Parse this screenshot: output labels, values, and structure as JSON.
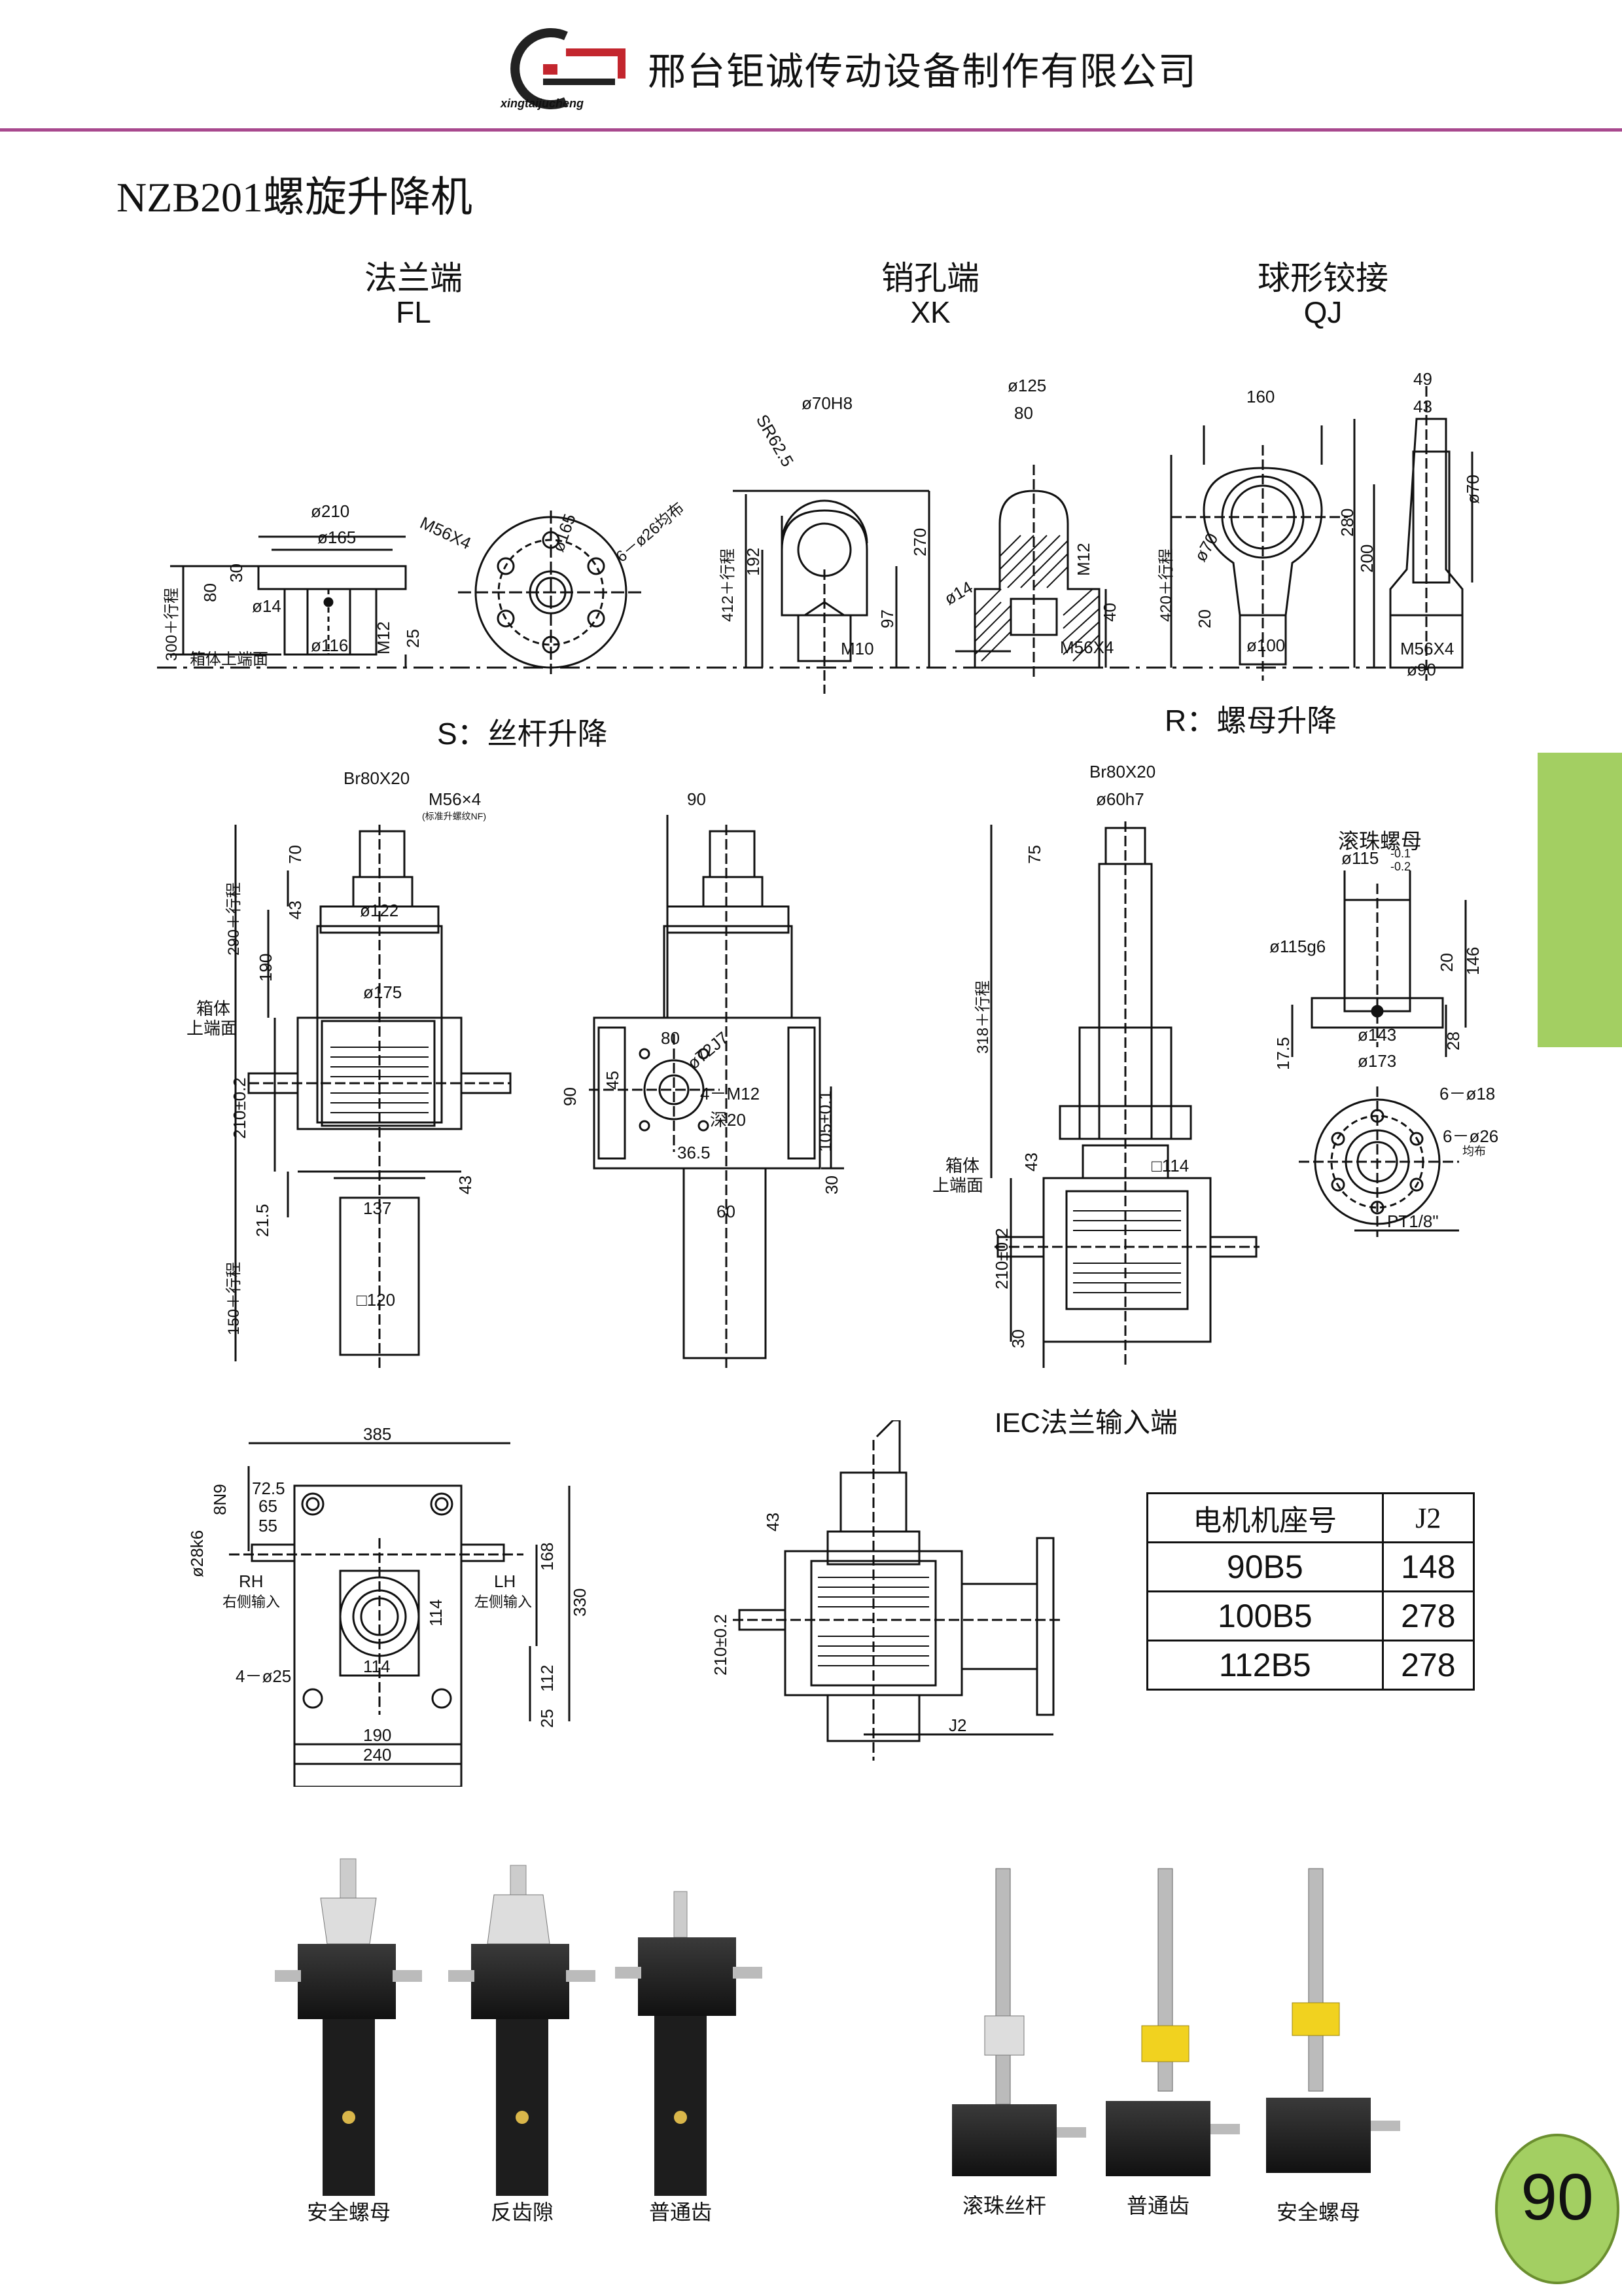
{
  "header": {
    "logo_sub": "xingtaijucheng",
    "company": "邢台钜诚传动设备制作有限公司"
  },
  "title": "NZB201螺旋升降机",
  "end_types": [
    {
      "name": "法兰端",
      "code": "FL"
    },
    {
      "name": "销孔端",
      "code": "XK"
    },
    {
      "name": "球形铰接",
      "code": "QJ"
    }
  ],
  "fl_dims": {
    "d210": "ø210",
    "d165": "ø165",
    "d14": "ø14",
    "d116": "ø116",
    "h30": "30",
    "h80": "80",
    "stroke": "300＋行程",
    "m12": "M12",
    "h25": "25",
    "box_top": "箱体上端面",
    "thread": "M56X4",
    "pcd": "ø165",
    "holes": "6－ø26均布"
  },
  "xk_dims": {
    "sr": "SR62.5",
    "d70": "ø70H8",
    "h192": "192",
    "h270": "270",
    "h97": "97",
    "stroke": "412＋行程",
    "m10": "M10",
    "d125": "ø125",
    "w80": "80",
    "m12": "M12",
    "d14": "ø14",
    "h40": "40",
    "thread": "M56X4"
  },
  "qj_dims": {
    "w160": "160",
    "d70": "ø70",
    "h20": "20",
    "d100": "ø100",
    "stroke": "420＋行程",
    "w49": "49",
    "w43": "43",
    "d70b": "ø70",
    "h280": "280",
    "h200": "200",
    "thread": "M56X4",
    "d90": "ø90"
  },
  "sections": {
    "s": "S：丝杆升降",
    "r": "R：螺母升降",
    "iec": "IEC法兰输入端",
    "ballnut": "滚珠螺母"
  },
  "s_front": {
    "br": "Br80X20",
    "thread": "M56×4",
    "thread_note": "(标准升螺纹NF)",
    "h70": "70",
    "h43": "43",
    "d122": "ø122",
    "h190": "190",
    "stroke": "290＋行程",
    "d175": "ø175",
    "box_top1": "箱体",
    "box_top2": "上端面",
    "h210": "210±0.2",
    "h43b": "43",
    "h215": "21.5",
    "w137": "137",
    "stroke2": "150＋行程",
    "sq120": "□120"
  },
  "s_side": {
    "w90": "90",
    "w80": "80",
    "d72": "ø72J7",
    "h45": "45",
    "h90": "90",
    "m12": "4－M12",
    "depth": "深20",
    "w365": "36.5",
    "h105": "105±0.1",
    "h30": "30",
    "w60": "60"
  },
  "r_view": {
    "br": "Br80X20",
    "d60": "ø60h7",
    "h75": "75",
    "stroke": "318＋行程",
    "h43": "43",
    "sq114": "□114",
    "box_top1": "箱体",
    "box_top2": "上端面",
    "h210": "210±0.2",
    "h30": "30"
  },
  "ballnut": {
    "d115a": "ø115",
    "tol_up": "-0.1",
    "tol_dn": "-0.2",
    "d115g6": "ø115g6",
    "h20": "20",
    "h146": "146",
    "h175": "17.5",
    "d143": "ø143",
    "h28": "28",
    "d173": "ø173",
    "holes18": "6－ø18",
    "holes26": "6－ø26",
    "even": "均布",
    "pt": "PT1/8\""
  },
  "top_view": {
    "w385": "385",
    "w725": "72.5",
    "w65": "65",
    "w55": "55",
    "key": "8N9",
    "shaft": "ø28k6",
    "rh": "RH",
    "rh_cn": "右侧输入",
    "lh": "LH",
    "lh_cn": "左侧输入",
    "h168": "168",
    "h330": "330",
    "h114": "114",
    "w114": "114",
    "h112": "112",
    "h25": "25",
    "holes": "4－ø25",
    "w190": "190",
    "w240": "240"
  },
  "iec_view": {
    "h43": "43",
    "h210": "210±0.2",
    "j2": "J2"
  },
  "motor_table": {
    "headers": [
      "电机机座号",
      "J2"
    ],
    "rows": [
      [
        "90B5",
        "148"
      ],
      [
        "100B5",
        "278"
      ],
      [
        "112B5",
        "278"
      ]
    ]
  },
  "photo_captions": [
    "安全螺母",
    "反齿隙",
    "普通齿",
    "滚珠丝杆",
    "普通齿",
    "安全螺母"
  ],
  "page_number": "90",
  "colors": {
    "accent": "#a8488e",
    "tab": "#a3cf62",
    "logo_red": "#c3262e"
  }
}
